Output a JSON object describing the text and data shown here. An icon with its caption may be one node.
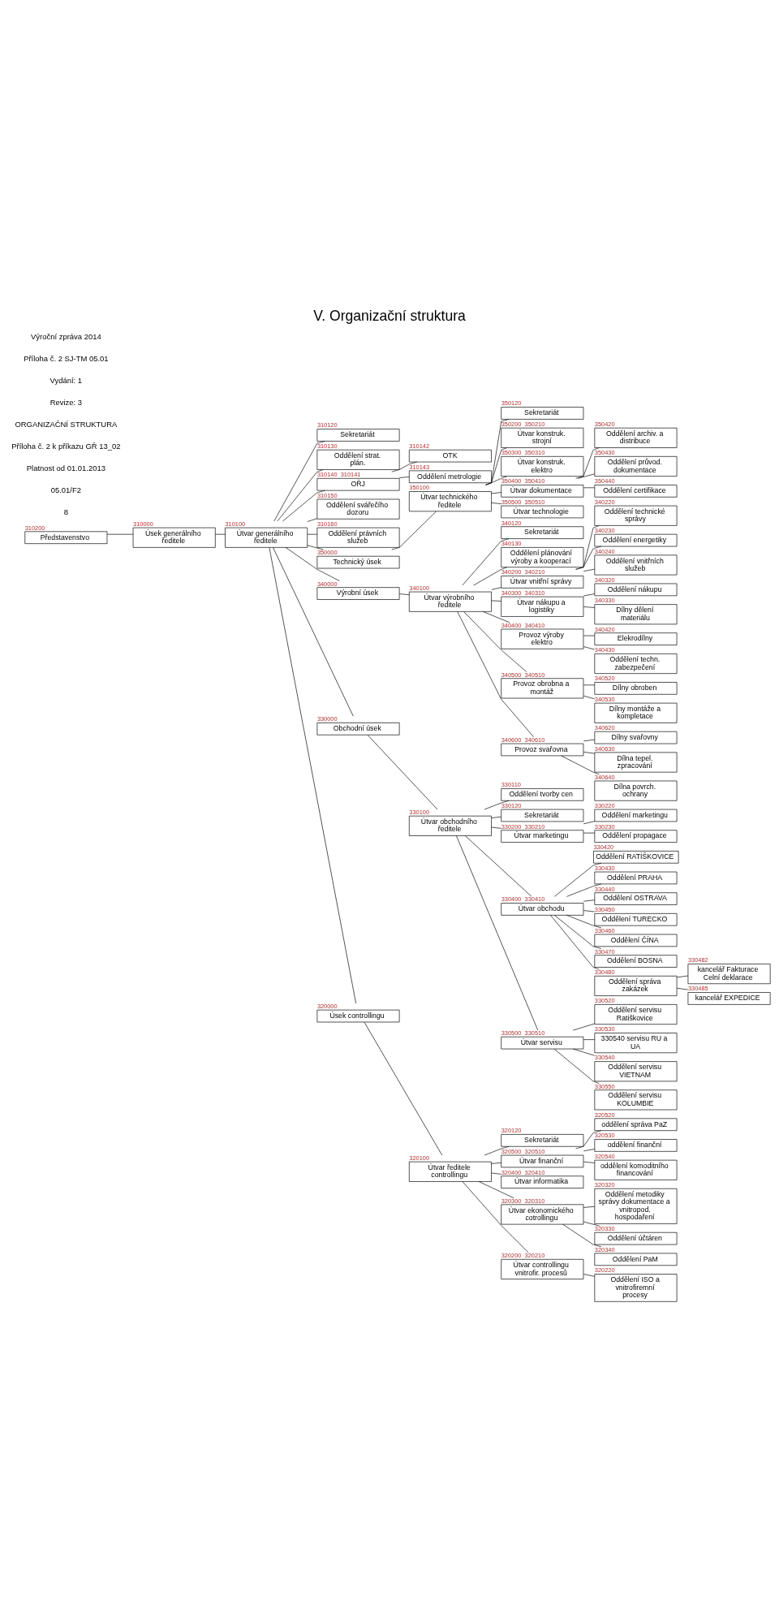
{
  "diagram": {
    "title": "V. Organizační struktura",
    "nodes": [
      {
        "text": [
          "Představenstvo"
        ],
        "beside": [
          "310200"
        ]
      },
      {
        "text": [
          "Úsek generálního ředitele"
        ],
        "beside": [
          "310000"
        ]
      },
      {
        "text": [
          "Útvar generálního ředitele"
        ],
        "beside": [
          "310100"
        ]
      },
      {
        "text": [
          "Sekretariát"
        ],
        "beside": [
          "310120"
        ]
      },
      {
        "text": [
          "Oddělení strat. plán."
        ],
        "beside": [
          "310130"
        ]
      },
      {
        "text": [
          "OŘJ"
        ],
        "beside": [
          "310140",
          "310141"
        ]
      },
      {
        "text": [
          "OTK"
        ],
        "beside": [
          "310142"
        ]
      },
      {
        "text": [
          "Oddělení metrologie"
        ],
        "beside": [
          "310143"
        ]
      },
      {
        "text": [
          "Oddělení svářečího dozoru"
        ],
        "beside": [
          "310150"
        ]
      },
      {
        "text": [
          "Oddělení právních služeb"
        ],
        "beside": [
          "310160"
        ]
      },
      {
        "text": [
          "Technický úsek"
        ],
        "beside": [
          "350000"
        ]
      },
      {
        "text": [
          "Útvar technického ředitele"
        ],
        "beside": [
          "350100"
        ]
      },
      {
        "text": [
          "Sekretariát"
        ],
        "beside": [
          "350120"
        ]
      },
      {
        "text": [
          "Útvar konstruk. strojní"
        ],
        "beside": [
          "350200",
          "350210"
        ]
      },
      {
        "text": [
          "Útvar konstruk. elektro"
        ],
        "beside": [
          "350300",
          "350310"
        ]
      },
      {
        "text": [
          "Útvar dokumentace"
        ],
        "beside": [
          "350400",
          "350410"
        ]
      },
      {
        "text": [
          "Oddělení archiv. a distribuce"
        ],
        "beside": [
          "350420"
        ]
      },
      {
        "text": [
          "Oddělení průvod. dokumentace"
        ],
        "beside": [
          "350430"
        ]
      },
      {
        "text": [
          "Oddělení certifikace"
        ],
        "beside": [
          "350440"
        ]
      },
      {
        "text": [
          "Útvar technologie"
        ],
        "beside": [
          "350500",
          "350510"
        ]
      },
      {
        "text": [
          "Výrobní úsek"
        ],
        "beside": [
          "340000"
        ]
      },
      {
        "text": [
          "Útvar výrobního ředitele"
        ],
        "beside": [
          "340100"
        ]
      },
      {
        "text": [
          "Sekretariát"
        ],
        "beside": [
          "340120"
        ]
      },
      {
        "text": [
          "Oddělení plánování výroby a kooperací"
        ],
        "beside": [
          "340130"
        ]
      },
      {
        "text": [
          "Útvar vnitřní správy"
        ],
        "beside": [
          "340200",
          "340210"
        ]
      },
      {
        "text": [
          "Oddělení technické správy"
        ],
        "beside": [
          "340220"
        ]
      },
      {
        "text": [
          "Oddělení energetiky"
        ],
        "beside": [
          "340230"
        ]
      },
      {
        "text": [
          "Oddělení vnitřních služeb"
        ],
        "beside": [
          "340240"
        ]
      },
      {
        "text": [
          "Útvar nákupu a logistiky"
        ],
        "beside": [
          "340300",
          "340310"
        ]
      },
      {
        "text": [
          "Oddělení nákupu"
        ],
        "beside": [
          "340320"
        ]
      },
      {
        "text": [
          "Dílny dělení materiálu"
        ],
        "beside": [
          "340330"
        ]
      },
      {
        "text": [
          "Provoz výroby elektro"
        ],
        "beside": [
          "340400",
          "340410"
        ]
      },
      {
        "text": [
          "Elekrodílny"
        ],
        "beside": [
          "340420"
        ]
      },
      {
        "text": [
          "Oddělení techn. zabezpečení"
        ],
        "beside": [
          "340430"
        ]
      },
      {
        "text": [
          "Provoz obrobna a montáž"
        ],
        "beside": [
          "340500",
          "340510"
        ]
      },
      {
        "text": [
          "Dílny obroben"
        ],
        "beside": [
          "340520"
        ]
      },
      {
        "text": [
          "Dílny montáže a kompletace"
        ],
        "beside": [
          "340530"
        ]
      },
      {
        "text": [
          "Provoz svařovna"
        ],
        "beside": [
          "340600",
          "340610"
        ]
      },
      {
        "text": [
          "Dílny svařovny"
        ],
        "beside": [
          "340620"
        ]
      },
      {
        "text": [
          "Dílna tepel. zpracování"
        ],
        "beside": [
          "340630"
        ]
      },
      {
        "text": [
          "Dílna povrch. ochrany"
        ],
        "beside": [
          "340640"
        ]
      },
      {
        "text": [
          "Obchodní úsek"
        ],
        "beside": [
          "330000"
        ]
      },
      {
        "text": [
          "Útvar obchodního ředitele"
        ],
        "beside": [
          "330100"
        ]
      },
      {
        "text": [
          "Oddělení tvorby cen"
        ],
        "beside": [
          "330110"
        ]
      },
      {
        "text": [
          "Sekretariát"
        ],
        "beside": [
          "330120"
        ]
      },
      {
        "text": [
          "Útvar marketingu"
        ],
        "beside": [
          "330200",
          "330210"
        ]
      },
      {
        "text": [
          "Oddělení marketingu"
        ],
        "beside": [
          "330220"
        ]
      },
      {
        "text": [
          "Oddělení propagace"
        ],
        "beside": [
          "330230"
        ]
      },
      {
        "text": [
          "Útvar obchodu"
        ],
        "beside": [
          "330400",
          "330410"
        ]
      },
      {
        "text": [
          "Oddělení RATÍŠKOVICE"
        ],
        "beside": [
          "330420"
        ]
      },
      {
        "text": [
          "Oddělení PRAHA"
        ],
        "beside": [
          "330430"
        ]
      },
      {
        "text": [
          "Oddělení OSTRAVA"
        ],
        "beside": [
          "330440"
        ]
      },
      {
        "text": [
          "Oddělení TURECKO"
        ],
        "beside": [
          "330450"
        ]
      },
      {
        "text": [
          "Oddělení ČÍNA"
        ],
        "beside": [
          "330460"
        ]
      },
      {
        "text": [
          "Oddělení BOSNA"
        ],
        "beside": [
          "330470"
        ]
      },
      {
        "text": [
          "Oddělení správa zakázek"
        ],
        "beside": [
          "330480"
        ]
      },
      {
        "text": [
          "kancelář Fakturace Celní deklarace"
        ],
        "beside": [
          "330482"
        ]
      },
      {
        "text": [
          "kancelář EXPEDICE"
        ],
        "beside": [
          "330485"
        ]
      },
      {
        "text": [
          "Útvar servisu"
        ],
        "beside": [
          "330500",
          "330510"
        ]
      },
      {
        "text": [
          "Oddělení servisu Ratiškovice"
        ],
        "beside": [
          "330520"
        ]
      },
      {
        "text": [
          "330540 servisu RU a UA"
        ],
        "beside": [
          "330530"
        ]
      },
      {
        "text": [
          "Oddělení servisu VIETNAM"
        ],
        "beside": [
          "330540"
        ]
      },
      {
        "text": [
          "Oddělení servisu KOLUMBIE"
        ],
        "beside": [
          "330550"
        ]
      },
      {
        "text": [
          "Úsek controllingu"
        ],
        "beside": [
          "320000"
        ]
      },
      {
        "text": [
          "Útvar ředitele controllingu"
        ],
        "beside": [
          "320100"
        ]
      },
      {
        "text": [
          "Sekretariát"
        ],
        "beside": [
          "320120"
        ]
      },
      {
        "text": [
          "Útvar finanční"
        ],
        "beside": [
          "320500",
          "320510"
        ]
      },
      {
        "text": [
          "oddělení správa PaZ"
        ],
        "beside": [
          "320520"
        ]
      },
      {
        "text": [
          "oddělení finanční"
        ],
        "beside": [
          "320530"
        ]
      },
      {
        "text": [
          "oddělení komoditního financování"
        ],
        "beside": [
          "320540"
        ]
      },
      {
        "text": [
          "Útvar informatika"
        ],
        "beside": [
          "320400",
          "320410"
        ]
      },
      {
        "text": [
          "Útvar ekonomického cotrollingu"
        ],
        "beside": [
          "320300",
          "320310"
        ]
      },
      {
        "text": [
          "Oddělení metodiky správy dokumentace a vnitropod. hospodaření"
        ],
        "beside": [
          "320320"
        ]
      },
      {
        "text": [
          "Oddělení účtáren"
        ],
        "beside": [
          "320330"
        ]
      },
      {
        "text": [
          "Oddělení PaM"
        ],
        "beside": [
          "320340"
        ]
      },
      {
        "text": [
          "Útvar controllingu vnitrofir. procesů"
        ],
        "beside": [
          "320200",
          "320210"
        ]
      },
      {
        "text": [
          "Oddělení ISO a vnitrofiremní procesy"
        ],
        "beside": [
          "320220"
        ]
      }
    ],
    "edges": [
      {
        "from": 0,
        "to": 1,
        "arrow": "none"
      },
      {
        "from": 1,
        "to": 2,
        "arrow": "none"
      },
      {
        "from": 2,
        "to": 3,
        "arrow": "none"
      },
      {
        "from": 2,
        "to": 4,
        "arrow": "none"
      },
      {
        "from": 2,
        "to": 5,
        "arrow": "none"
      },
      {
        "from": 5,
        "to": 6,
        "arrow": "none"
      },
      {
        "from": 5,
        "to": 7,
        "arrow": "none"
      },
      {
        "from": 2,
        "to": 8,
        "arrow": "none"
      },
      {
        "from": 2,
        "to": 9,
        "arrow": "none"
      },
      {
        "from": 2,
        "to": 10,
        "arrow": "none"
      },
      {
        "from": 10,
        "to": 11,
        "arrow": "none"
      },
      {
        "from": 11,
        "to": 12,
        "arrow": "none"
      },
      {
        "from": 11,
        "to": 13,
        "arrow": "none"
      },
      {
        "from": 11,
        "to": 14,
        "arrow": "none"
      },
      {
        "from": 11,
        "to": 15,
        "arrow": "none"
      },
      {
        "from": 15,
        "to": 16,
        "arrow": "none"
      },
      {
        "from": 15,
        "to": 17,
        "arrow": "none"
      },
      {
        "from": 15,
        "to": 18,
        "arrow": "none"
      },
      {
        "from": 11,
        "to": 19,
        "arrow": "none"
      },
      {
        "from": 2,
        "to": 20,
        "arrow": "none"
      },
      {
        "from": 20,
        "to": 21,
        "arrow": "none"
      },
      {
        "from": 21,
        "to": 22,
        "arrow": "none"
      },
      {
        "from": 21,
        "to": 23,
        "arrow": "none"
      },
      {
        "from": 21,
        "to": 24,
        "arrow": "none"
      },
      {
        "from": 24,
        "to": 25,
        "arrow": "none"
      },
      {
        "from": 24,
        "to": 26,
        "arrow": "none"
      },
      {
        "from": 24,
        "to": 27,
        "arrow": "none"
      },
      {
        "from": 21,
        "to": 28,
        "arrow": "none"
      },
      {
        "from": 28,
        "to": 29,
        "arrow": "none"
      },
      {
        "from": 28,
        "to": 30,
        "arrow": "none"
      },
      {
        "from": 21,
        "to": 31,
        "arrow": "none"
      },
      {
        "from": 31,
        "to": 32,
        "arrow": "none"
      },
      {
        "from": 31,
        "to": 33,
        "arrow": "none"
      },
      {
        "from": 21,
        "to": 34,
        "arrow": "none"
      },
      {
        "from": 34,
        "to": 35,
        "arrow": "none"
      },
      {
        "from": 34,
        "to": 36,
        "arrow": "none"
      },
      {
        "from": 21,
        "to": 37,
        "arrow": "none"
      },
      {
        "from": 37,
        "to": 38,
        "arrow": "none"
      },
      {
        "from": 37,
        "to": 39,
        "arrow": "none"
      },
      {
        "from": 37,
        "to": 40,
        "arrow": "none"
      },
      {
        "from": 2,
        "to": 41,
        "arrow": "none"
      },
      {
        "from": 41,
        "to": 42,
        "arrow": "none"
      },
      {
        "from": 42,
        "to": 43,
        "arrow": "none"
      },
      {
        "from": 42,
        "to": 44,
        "arrow": "none"
      },
      {
        "from": 42,
        "to": 45,
        "arrow": "none"
      },
      {
        "from": 45,
        "to": 46,
        "arrow": "none"
      },
      {
        "from": 45,
        "to": 47,
        "arrow": "none"
      },
      {
        "from": 42,
        "to": 48,
        "arrow": "none"
      },
      {
        "from": 48,
        "to": 49,
        "arrow": "none"
      },
      {
        "from": 48,
        "to": 50,
        "arrow": "none"
      },
      {
        "from": 48,
        "to": 51,
        "arrow": "none"
      },
      {
        "from": 48,
        "to": 52,
        "arrow": "none"
      },
      {
        "from": 48,
        "to": 53,
        "arrow": "none"
      },
      {
        "from": 48,
        "to": 54,
        "arrow": "none"
      },
      {
        "from": 48,
        "to": 55,
        "arrow": "none"
      },
      {
        "from": 55,
        "to": 56,
        "arrow": "none"
      },
      {
        "from": 55,
        "to": 57,
        "arrow": "none"
      },
      {
        "from": 42,
        "to": 58,
        "arrow": "none"
      },
      {
        "from": 58,
        "to": 59,
        "arrow": "none"
      },
      {
        "from": 58,
        "to": 60,
        "arrow": "none"
      },
      {
        "from": 58,
        "to": 61,
        "arrow": "none"
      },
      {
        "from": 58,
        "to": 62,
        "arrow": "none"
      },
      {
        "from": 2,
        "to": 63,
        "arrow": "none"
      },
      {
        "from": 63,
        "to": 64,
        "arrow": "none"
      },
      {
        "from": 64,
        "to": 65,
        "arrow": "none"
      },
      {
        "from": 64,
        "to": 66,
        "arrow": "none"
      },
      {
        "from": 66,
        "to": 67,
        "arrow": "none"
      },
      {
        "from": 66,
        "to": 68,
        "arrow": "none"
      },
      {
        "from": 66,
        "to": 69,
        "arrow": "none"
      },
      {
        "from": 64,
        "to": 70,
        "arrow": "none"
      },
      {
        "from": 64,
        "to": 71,
        "arrow": "none"
      },
      {
        "from": 71,
        "to": 72,
        "arrow": "none"
      },
      {
        "from": 71,
        "to": 73,
        "arrow": "none"
      },
      {
        "from": 71,
        "to": 74,
        "arrow": "none"
      },
      {
        "from": 64,
        "to": 75,
        "arrow": "none"
      },
      {
        "from": 75,
        "to": 76,
        "arrow": "none"
      }
    ],
    "labels": [
      "Výroční zpráva 2014",
      "Příloha č. 2 SJ-TM 05.01",
      "Vydání: 1",
      "Revize: 3",
      "ORGANIZAČNÍ STRUKTURA",
      "Příloha č. 2 k příkazu GŘ 13_02",
      "Platnost od 01.01.2013",
      "05.01/F2",
      "8"
    ]
  }
}
